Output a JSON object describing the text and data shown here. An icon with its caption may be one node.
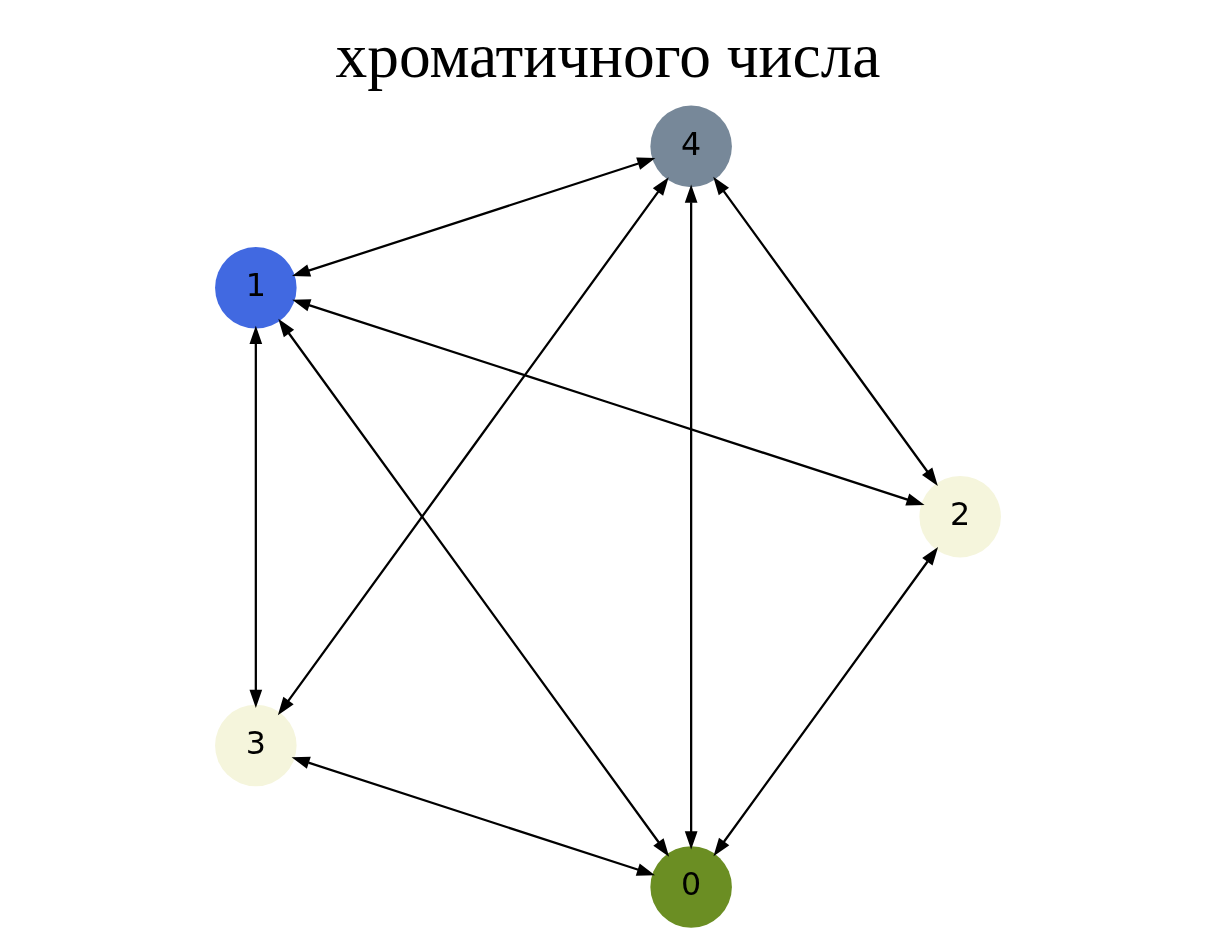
{
  "diagram": {
    "title": "хроматичного числа",
    "nodes": [
      {
        "text": [
          "0"
        ]
      },
      {
        "text": [
          "1"
        ]
      },
      {
        "text": [
          "2"
        ]
      },
      {
        "text": [
          "3"
        ]
      },
      {
        "text": [
          "4"
        ]
      }
    ],
    "edges": [
      {
        "from": 0,
        "to": 2,
        "arrow": "both"
      },
      {
        "from": 0,
        "to": 1,
        "arrow": "both"
      },
      {
        "from": 0,
        "to": 3,
        "arrow": "both"
      },
      {
        "from": 0,
        "to": 4,
        "arrow": "both"
      },
      {
        "from": 2,
        "to": 1,
        "arrow": "both"
      },
      {
        "from": 2,
        "to": 4,
        "arrow": "both"
      },
      {
        "from": 1,
        "to": 3,
        "arrow": "both"
      },
      {
        "from": 1,
        "to": 4,
        "arrow": "both"
      },
      {
        "from": 3,
        "to": 4,
        "arrow": "both"
      }
    ]
  }
}
